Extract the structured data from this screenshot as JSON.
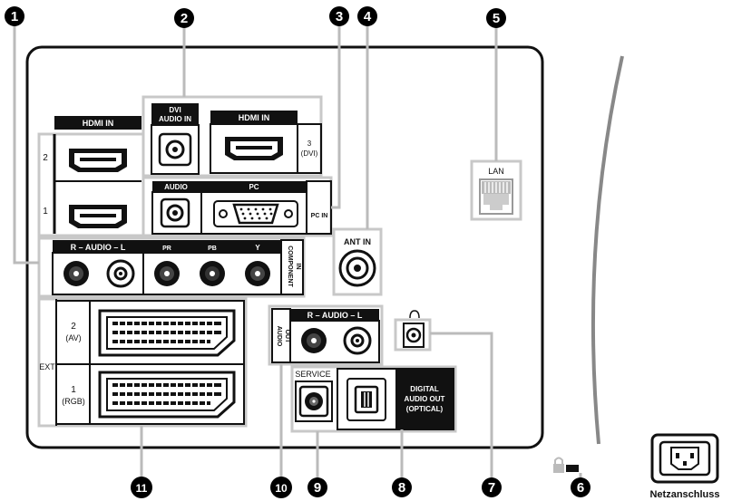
{
  "callouts": [
    "1",
    "2",
    "3",
    "4",
    "5",
    "6",
    "7",
    "8",
    "9",
    "10",
    "11"
  ],
  "labels": {
    "hdmi_in": "HDMI IN",
    "hdmi_in_3": "HDMI IN",
    "hdmi_num_2": "2",
    "hdmi_num_1": "1",
    "dvi_audio_line1": "DVI",
    "dvi_audio_line2": "AUDIO IN",
    "hdmi3_line1": "3",
    "hdmi3_line2": "(DVI)",
    "audio": "AUDIO",
    "pc": "PC",
    "pc_in": "PC IN",
    "ant_in": "ANT IN",
    "lan": "LAN",
    "audio_rl": "R  – AUDIO –  L",
    "pr": "PR",
    "pb": "PB",
    "y": "Y",
    "component_line1": "COMPONENT",
    "component_line2": "IN",
    "ext": "EXT",
    "av_line1": "2",
    "av_line2": "(AV)",
    "rgb_line1": "1",
    "rgb_line2": "(RGB)",
    "audio_out_line1": "AUDIO",
    "audio_out_line2": "OUT",
    "audio_out_rl": "R  – AUDIO –  L",
    "service": "SERVICE",
    "digital_line1": "DIGITAL",
    "digital_line2": "AUDIO OUT",
    "digital_line3": "(OPTICAL)",
    "power": "Netzanschluss"
  }
}
